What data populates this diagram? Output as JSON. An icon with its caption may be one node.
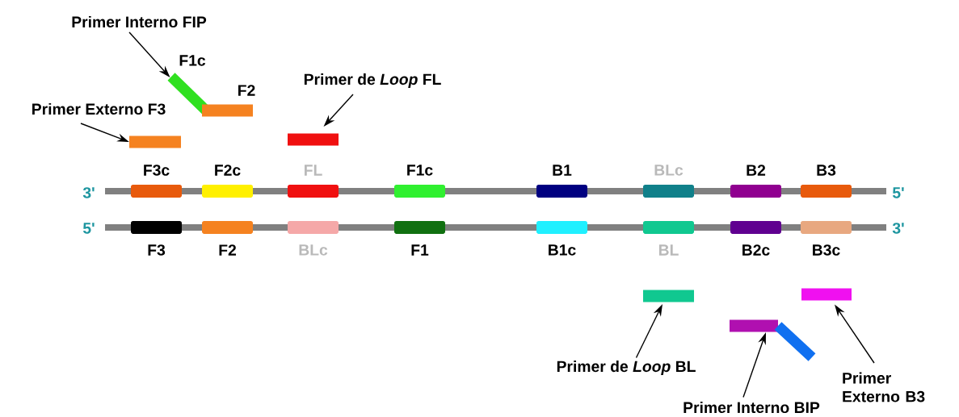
{
  "diagram": {
    "nodes": [
      {
        "text": [
          "Primer Interno FIP"
        ]
      },
      {
        "text": [
          "F1c"
        ]
      },
      {
        "text": [
          "F2"
        ]
      },
      {
        "text": [
          "Primer de *Loop* FL"
        ]
      },
      {
        "text": [],
        "shape": "bar"
      },
      {
        "text": [
          "Primer Externo F3"
        ]
      },
      {
        "text": [],
        "shape": "bar"
      },
      {
        "text": [
          "F3c"
        ]
      },
      {
        "text": [
          "F2c"
        ]
      },
      {
        "text": [
          "FL"
        ]
      },
      {
        "text": [
          "F1c"
        ]
      },
      {
        "text": [
          "B1"
        ]
      },
      {
        "text": [
          "BLc"
        ]
      },
      {
        "text": [
          "B2"
        ]
      },
      {
        "text": [
          "B3"
        ]
      },
      {
        "text": [
          "F3"
        ]
      },
      {
        "text": [
          "F2"
        ]
      },
      {
        "text": [
          "BLc"
        ]
      },
      {
        "text": [
          "F1"
        ]
      },
      {
        "text": [
          "B1c"
        ]
      },
      {
        "text": [
          "BL"
        ]
      },
      {
        "text": [
          "B2c"
        ]
      },
      {
        "text": [
          "B3c"
        ]
      },
      {
        "text": [],
        "shape": "bar"
      },
      {
        "text": [
          "Primer de *Loop* BL"
        ]
      },
      {
        "text": [],
        "shape": "bar"
      },
      {
        "text": [],
        "shape": "bar"
      },
      {
        "text": [
          "Primer Interno BIP"
        ]
      },
      {
        "text": [],
        "shape": "bar"
      },
      {
        "text": [
          "Primer Externo B3"
        ]
      }
    ],
    "edges": [
      {
        "from": 0,
        "to": 1,
        "arrow": "to"
      },
      {
        "from": 3,
        "to": 4,
        "arrow": "to"
      },
      {
        "from": 5,
        "to": 6,
        "arrow": "to"
      },
      {
        "from": 24,
        "to": 23,
        "arrow": "to"
      },
      {
        "from": 27,
        "to": 25,
        "arrow": "to"
      },
      {
        "from": 29,
        "to": 28,
        "arrow": "to"
      }
    ],
    "labels": [
      "3'",
      "5'",
      "5'",
      "3'"
    ]
  }
}
